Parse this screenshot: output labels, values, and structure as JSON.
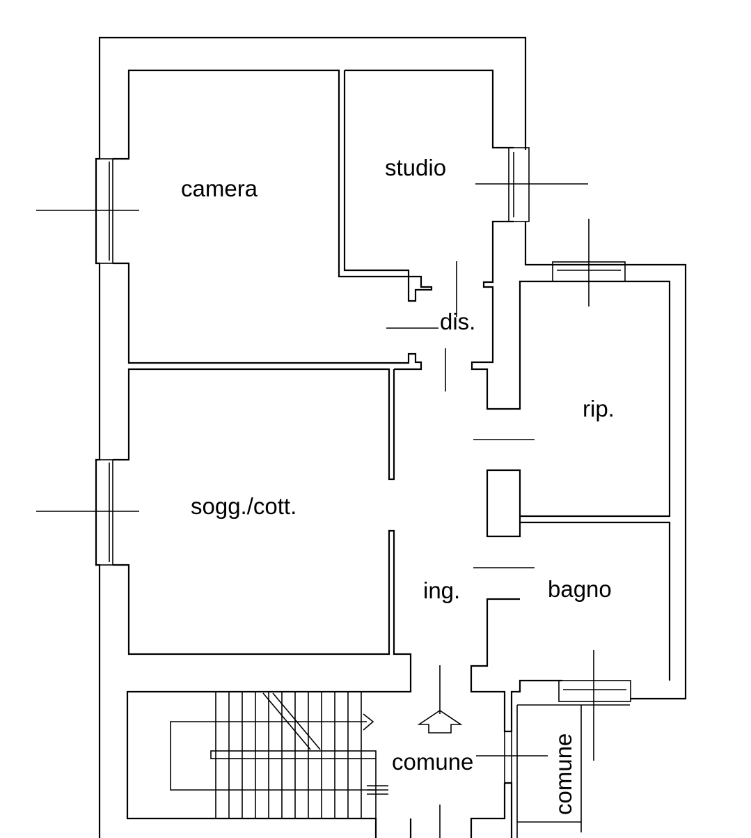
{
  "diagram": {
    "type": "floor-plan",
    "line_color": "#000000",
    "background": "#ffffff",
    "rooms": {
      "camera": "camera",
      "studio": "studio",
      "dis": "dis.",
      "rip": "rip.",
      "sogg": "sogg./cott.",
      "ing": "ing.",
      "bagno": "bagno",
      "comune": "comune",
      "comune_vertical": "comune"
    }
  }
}
